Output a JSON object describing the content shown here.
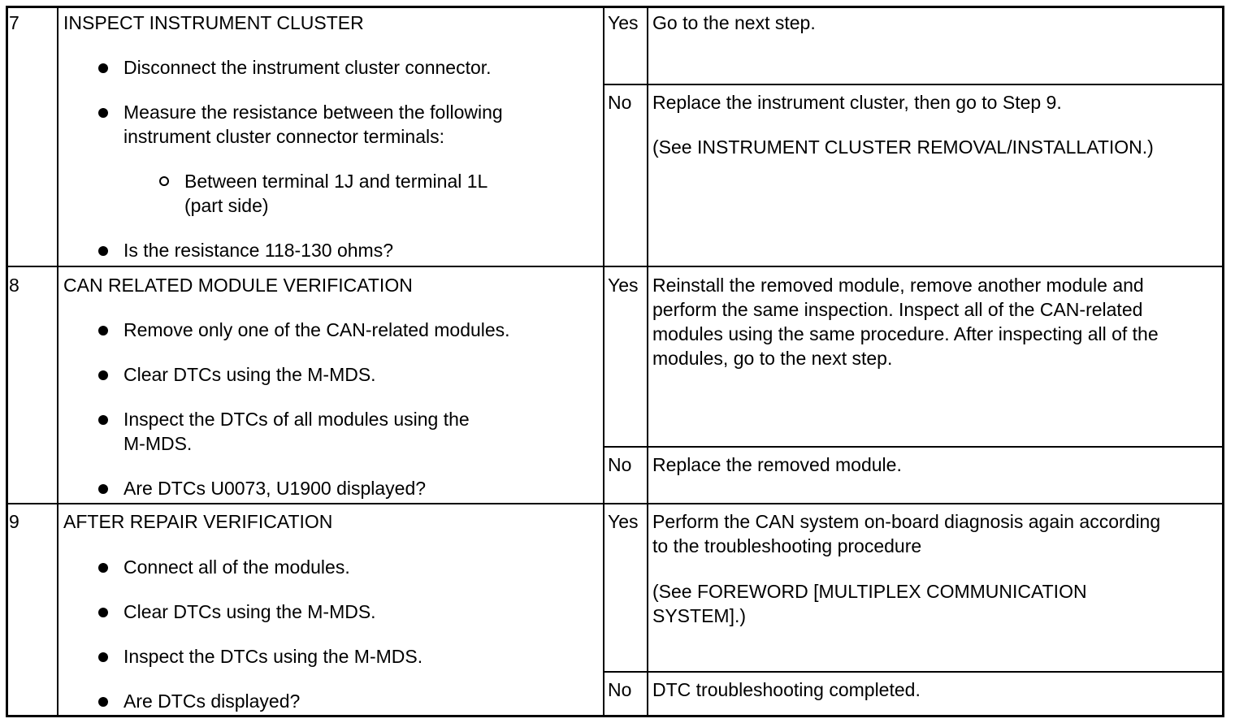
{
  "steps": [
    {
      "number": "7",
      "title": "INSPECT INSTRUMENT CLUSTER",
      "items": {
        "b1": "Disconnect the instrument cluster connector.",
        "b2_line1": "Measure the resistance between the following",
        "b2_line2": "instrument cluster connector terminals:",
        "sub1_line1": "Between terminal 1J and terminal 1L",
        "sub1_line2": "(part side)",
        "b3": "Is the resistance 118-130 ohms?"
      },
      "yes": {
        "label": "Yes",
        "line1": "Go to the next step."
      },
      "no": {
        "label": "No",
        "line1": "Replace the instrument cluster, then go to Step 9.",
        "line2": "(See INSTRUMENT CLUSTER REMOVAL/INSTALLATION.)"
      }
    },
    {
      "number": "8",
      "title": "CAN RELATED MODULE VERIFICATION",
      "items": {
        "b1": "Remove only one of the CAN-related modules.",
        "b2": "Clear DTCs using the M-MDS.",
        "b3_line1": "Inspect the DTCs of all modules using the",
        "b3_line2": "M-MDS.",
        "b4": "Are DTCs U0073, U1900 displayed?"
      },
      "yes": {
        "label": "Yes",
        "line1": "Reinstall the removed module, remove another module and",
        "line2": "perform the same inspection. Inspect all of the CAN-related",
        "line3": "modules using the same procedure. After inspecting all of the",
        "line4": "modules, go to the next step."
      },
      "no": {
        "label": "No",
        "line1": "Replace the removed module."
      }
    },
    {
      "number": "9",
      "title": "AFTER REPAIR VERIFICATION",
      "items": {
        "b1": "Connect all of the modules.",
        "b2": "Clear DTCs using the M-MDS.",
        "b3": "Inspect the DTCs using the M-MDS.",
        "b4": "Are DTCs displayed?"
      },
      "yes": {
        "label": "Yes",
        "line1": "Perform the CAN system on-board diagnosis again according",
        "line2": "to the troubleshooting procedure",
        "line3": "(See FOREWORD [MULTIPLEX COMMUNICATION",
        "line4": "SYSTEM].)"
      },
      "no": {
        "label": "No",
        "line1": "DTC troubleshooting completed."
      }
    }
  ]
}
